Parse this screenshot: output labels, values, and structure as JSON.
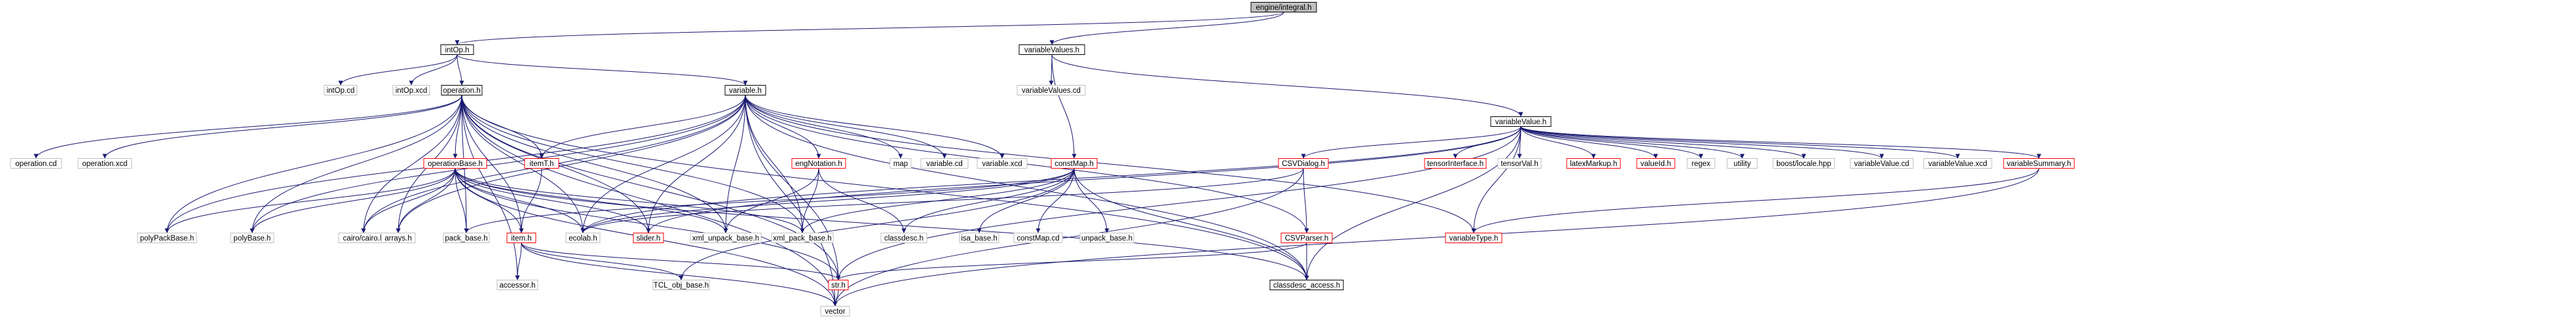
{
  "diagram": {
    "root": "engine/integral.h",
    "colors": {
      "edge": "#191970",
      "text": "#000000",
      "root_fill": "#bfbfbf",
      "box_black": "#000000",
      "box_red": "#ff0000",
      "box_grey": "#bfbfbf"
    },
    "nodes": [
      {
        "id": "root",
        "label": "engine/integral.h",
        "style": "root"
      },
      {
        "id": "intOp_h",
        "label": "intOp.h",
        "style": "black"
      },
      {
        "id": "variableValues_h",
        "label": "variableValues.h",
        "style": "black"
      },
      {
        "id": "intOp_cd",
        "label": "intOp.cd",
        "style": "grey"
      },
      {
        "id": "intOp_xcd",
        "label": "intOp.xcd",
        "style": "grey"
      },
      {
        "id": "operation_h",
        "label": "operation.h",
        "style": "black"
      },
      {
        "id": "variable_h",
        "label": "variable.h",
        "style": "black"
      },
      {
        "id": "variableValues_cd",
        "label": "variableValues.cd",
        "style": "grey"
      },
      {
        "id": "variableValue_h",
        "label": "variableValue.h",
        "style": "black"
      },
      {
        "id": "operation_cd",
        "label": "operation.cd",
        "style": "grey"
      },
      {
        "id": "operation_xcd",
        "label": "operation.xcd",
        "style": "grey"
      },
      {
        "id": "operationBase_h",
        "label": "operationBase.h",
        "style": "red"
      },
      {
        "id": "itemT_h",
        "label": "itemT.h",
        "style": "red"
      },
      {
        "id": "engNotation_h",
        "label": "engNotation.h",
        "style": "red"
      },
      {
        "id": "map",
        "label": "map",
        "style": "grey"
      },
      {
        "id": "variable_cd",
        "label": "variable.cd",
        "style": "grey"
      },
      {
        "id": "variable_xcd",
        "label": "variable.xcd",
        "style": "grey"
      },
      {
        "id": "constMap_h",
        "label": "constMap.h",
        "style": "red"
      },
      {
        "id": "CSVDialog_h",
        "label": "CSVDialog.h",
        "style": "red"
      },
      {
        "id": "tensorInterface_h",
        "label": "tensorInterface.h",
        "style": "red"
      },
      {
        "id": "tensorVal_h",
        "label": "tensorVal.h",
        "style": "grey"
      },
      {
        "id": "latexMarkup_h",
        "label": "latexMarkup.h",
        "style": "red"
      },
      {
        "id": "valueId_h",
        "label": "valueId.h",
        "style": "red"
      },
      {
        "id": "regex",
        "label": "regex",
        "style": "grey"
      },
      {
        "id": "utility",
        "label": "utility",
        "style": "grey"
      },
      {
        "id": "boost_locale_hpp",
        "label": "boost/locale.hpp",
        "style": "grey"
      },
      {
        "id": "variableValue_cd",
        "label": "variableValue.cd",
        "style": "grey"
      },
      {
        "id": "variableValue_xcd",
        "label": "variableValue.xcd",
        "style": "grey"
      },
      {
        "id": "variableSummary_h",
        "label": "variableSummary.h",
        "style": "red"
      },
      {
        "id": "polyPackBase_h",
        "label": "polyPackBase.h",
        "style": "grey"
      },
      {
        "id": "polyBase_h",
        "label": "polyBase.h",
        "style": "grey"
      },
      {
        "id": "cairo_cairo_h",
        "label": "cairo/cairo.h",
        "style": "grey"
      },
      {
        "id": "arrays_h",
        "label": "arrays.h",
        "style": "grey"
      },
      {
        "id": "pack_base_h",
        "label": "pack_base.h",
        "style": "grey"
      },
      {
        "id": "item_h",
        "label": "item.h",
        "style": "red"
      },
      {
        "id": "ecolab_h",
        "label": "ecolab.h",
        "style": "grey"
      },
      {
        "id": "slider_h",
        "label": "slider.h",
        "style": "red"
      },
      {
        "id": "xml_unpack_base_h",
        "label": "xml_unpack_base.h",
        "style": "grey"
      },
      {
        "id": "xml_pack_base_h",
        "label": "xml_pack_base.h",
        "style": "grey"
      },
      {
        "id": "classdesc_h",
        "label": "classdesc.h",
        "style": "grey"
      },
      {
        "id": "isa_base_h",
        "label": "isa_base.h",
        "style": "grey"
      },
      {
        "id": "constMap_cd",
        "label": "constMap.cd",
        "style": "grey"
      },
      {
        "id": "unpack_base_h",
        "label": "unpack_base.h",
        "style": "grey"
      },
      {
        "id": "CSVParser_h",
        "label": "CSVParser.h",
        "style": "red"
      },
      {
        "id": "variableType_h",
        "label": "variableType.h",
        "style": "red"
      },
      {
        "id": "accessor_h",
        "label": "accessor.h",
        "style": "grey"
      },
      {
        "id": "TCL_obj_base_h",
        "label": "TCL_obj_base.h",
        "style": "grey"
      },
      {
        "id": "str_h",
        "label": "str.h",
        "style": "red"
      },
      {
        "id": "classdesc_access_h",
        "label": "classdesc_access.h",
        "style": "black"
      },
      {
        "id": "vector",
        "label": "vector",
        "style": "grey"
      }
    ],
    "edges": [
      [
        "root",
        "intOp_h"
      ],
      [
        "root",
        "variableValues_h"
      ],
      [
        "intOp_h",
        "intOp_cd"
      ],
      [
        "intOp_h",
        "intOp_xcd"
      ],
      [
        "intOp_h",
        "operation_h"
      ],
      [
        "intOp_h",
        "variable_h"
      ],
      [
        "variableValues_h",
        "variableValues_cd"
      ],
      [
        "variableValues_h",
        "variableValue_h"
      ],
      [
        "variableValues_h",
        "constMap_h"
      ],
      [
        "operation_h",
        "operation_cd"
      ],
      [
        "operation_h",
        "operation_xcd"
      ],
      [
        "operation_h",
        "operationBase_h"
      ],
      [
        "operation_h",
        "itemT_h"
      ],
      [
        "operation_h",
        "polyPackBase_h"
      ],
      [
        "operation_h",
        "polyBase_h"
      ],
      [
        "operation_h",
        "cairo_cairo_h"
      ],
      [
        "operation_h",
        "arrays_h"
      ],
      [
        "operation_h",
        "pack_base_h"
      ],
      [
        "operation_h",
        "item_h"
      ],
      [
        "operation_h",
        "ecolab_h"
      ],
      [
        "operation_h",
        "slider_h"
      ],
      [
        "operation_h",
        "xml_unpack_base_h"
      ],
      [
        "operation_h",
        "xml_pack_base_h"
      ],
      [
        "operation_h",
        "accessor_h"
      ],
      [
        "operation_h",
        "str_h"
      ],
      [
        "operation_h",
        "classdesc_access_h"
      ],
      [
        "operation_h",
        "vector"
      ],
      [
        "variable_h",
        "engNotation_h"
      ],
      [
        "variable_h",
        "map"
      ],
      [
        "variable_h",
        "variable_cd"
      ],
      [
        "variable_h",
        "variable_xcd"
      ],
      [
        "variable_h",
        "itemT_h"
      ],
      [
        "variable_h",
        "slider_h"
      ],
      [
        "variable_h",
        "ecolab_h"
      ],
      [
        "variable_h",
        "xml_pack_base_h"
      ],
      [
        "variable_h",
        "xml_unpack_base_h"
      ],
      [
        "variable_h",
        "polyPackBase_h"
      ],
      [
        "variable_h",
        "polyBase_h"
      ],
      [
        "variable_h",
        "arrays_h"
      ],
      [
        "variable_h",
        "cairo_cairo_h"
      ],
      [
        "variable_h",
        "classdesc_access_h"
      ],
      [
        "variable_h",
        "str_h"
      ],
      [
        "variable_h",
        "vector"
      ],
      [
        "variable_h",
        "variableType_h"
      ],
      [
        "variable_h",
        "CSVParser_h"
      ],
      [
        "variableValue_h",
        "CSVDialog_h"
      ],
      [
        "variableValue_h",
        "tensorInterface_h"
      ],
      [
        "variableValue_h",
        "tensorVal_h"
      ],
      [
        "variableValue_h",
        "latexMarkup_h"
      ],
      [
        "variableValue_h",
        "valueId_h"
      ],
      [
        "variableValue_h",
        "regex"
      ],
      [
        "variableValue_h",
        "utility"
      ],
      [
        "variableValue_h",
        "boost_locale_hpp"
      ],
      [
        "variableValue_h",
        "variableValue_cd"
      ],
      [
        "variableValue_h",
        "variableValue_xcd"
      ],
      [
        "variableValue_h",
        "variableSummary_h"
      ],
      [
        "variableValue_h",
        "variableType_h"
      ],
      [
        "variableValue_h",
        "ecolab_h"
      ],
      [
        "variableValue_h",
        "str_h"
      ],
      [
        "variableValue_h",
        "classdesc_access_h"
      ],
      [
        "variableValue_h",
        "slider_h"
      ],
      [
        "operationBase_h",
        "polyPackBase_h"
      ],
      [
        "operationBase_h",
        "polyBase_h"
      ],
      [
        "operationBase_h",
        "cairo_cairo_h"
      ],
      [
        "operationBase_h",
        "arrays_h"
      ],
      [
        "operationBase_h",
        "pack_base_h"
      ],
      [
        "operationBase_h",
        "item_h"
      ],
      [
        "operationBase_h",
        "ecolab_h"
      ],
      [
        "operationBase_h",
        "slider_h"
      ],
      [
        "operationBase_h",
        "xml_unpack_base_h"
      ],
      [
        "operationBase_h",
        "xml_pack_base_h"
      ],
      [
        "operationBase_h",
        "classdesc_access_h"
      ],
      [
        "operationBase_h",
        "str_h"
      ],
      [
        "operationBase_h",
        "vector"
      ],
      [
        "itemT_h",
        "item_h"
      ],
      [
        "engNotation_h",
        "xml_unpack_base_h"
      ],
      [
        "engNotation_h",
        "xml_pack_base_h"
      ],
      [
        "engNotation_h",
        "classdesc_h"
      ],
      [
        "constMap_h",
        "pack_base_h"
      ],
      [
        "constMap_h",
        "ecolab_h"
      ],
      [
        "constMap_h",
        "xml_pack_base_h"
      ],
      [
        "constMap_h",
        "classdesc_h"
      ],
      [
        "constMap_h",
        "isa_base_h"
      ],
      [
        "constMap_h",
        "constMap_cd"
      ],
      [
        "constMap_h",
        "unpack_base_h"
      ],
      [
        "constMap_h",
        "TCL_obj_base_h"
      ],
      [
        "constMap_h",
        "classdesc_access_h"
      ],
      [
        "CSVDialog_h",
        "CSVParser_h"
      ],
      [
        "CSVDialog_h",
        "ecolab_h"
      ],
      [
        "CSVDialog_h",
        "vector"
      ],
      [
        "CSVParser_h",
        "str_h"
      ],
      [
        "CSVParser_h",
        "classdesc_access_h"
      ],
      [
        "variableSummary_h",
        "variableType_h"
      ],
      [
        "variableSummary_h",
        "vector"
      ],
      [
        "item_h",
        "accessor_h"
      ],
      [
        "item_h",
        "TCL_obj_base_h"
      ],
      [
        "item_h",
        "vector"
      ],
      [
        "item_h",
        "str_h"
      ],
      [
        "str_h",
        "vector"
      ]
    ]
  }
}
